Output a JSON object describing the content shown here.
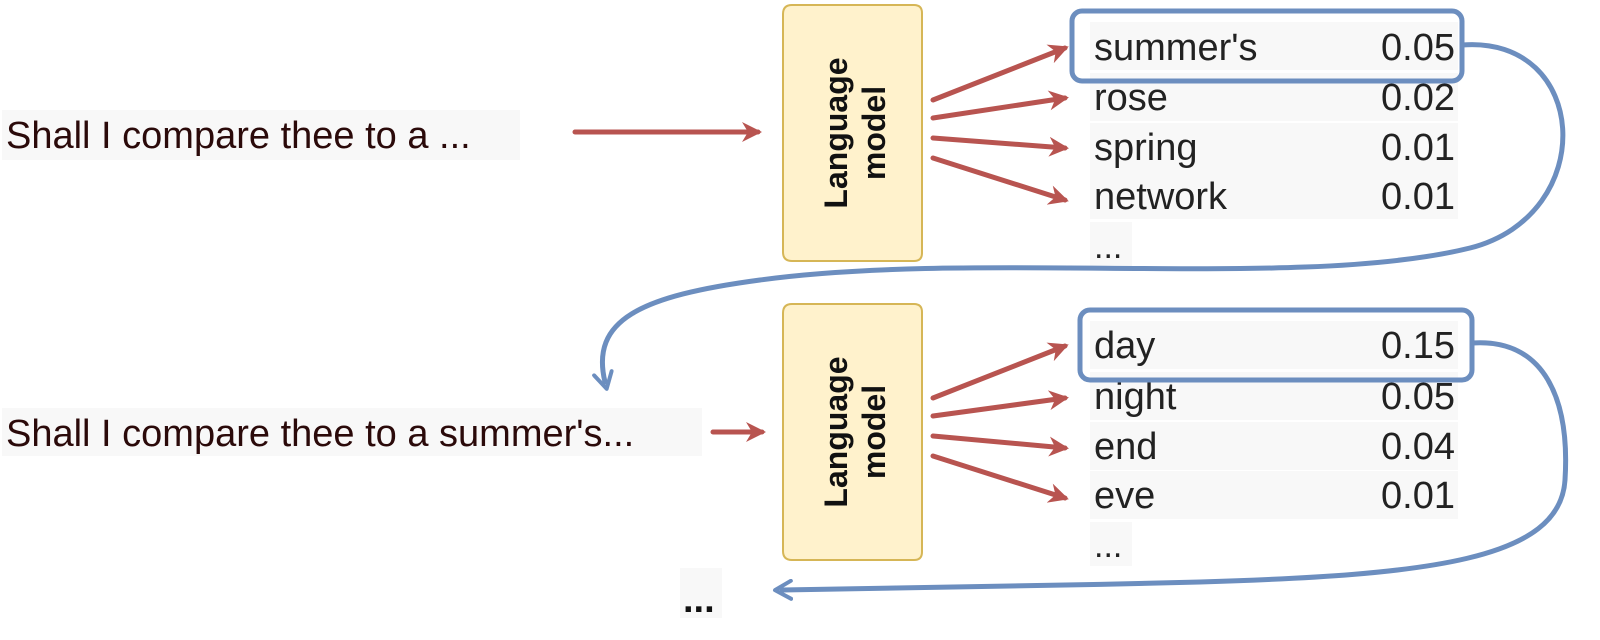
{
  "colors": {
    "model_fill": "#fff2cc",
    "model_stroke": "#d6b656",
    "arrow_red": "#b85450",
    "selection_blue": "#6c8ebf",
    "prompt_text": "#2b0a0a"
  },
  "steps": [
    {
      "prompt": "Shall I compare thee to a ...",
      "model_label": [
        "Language",
        "model"
      ],
      "candidates": [
        {
          "token": "summer's",
          "prob": "0.05",
          "selected": true
        },
        {
          "token": "rose",
          "prob": "0.02",
          "selected": false
        },
        {
          "token": "spring",
          "prob": "0.01",
          "selected": false
        },
        {
          "token": "network",
          "prob": "0.01",
          "selected": false
        }
      ],
      "more": "..."
    },
    {
      "prompt": "Shall I compare thee to a summer's...",
      "model_label": [
        "Language",
        "model"
      ],
      "candidates": [
        {
          "token": "day",
          "prob": "0.15",
          "selected": true
        },
        {
          "token": "night",
          "prob": "0.05",
          "selected": false
        },
        {
          "token": "end",
          "prob": "0.04",
          "selected": false
        },
        {
          "token": "eve",
          "prob": "0.01",
          "selected": false
        }
      ],
      "more": "..."
    }
  ],
  "continuation": "..."
}
